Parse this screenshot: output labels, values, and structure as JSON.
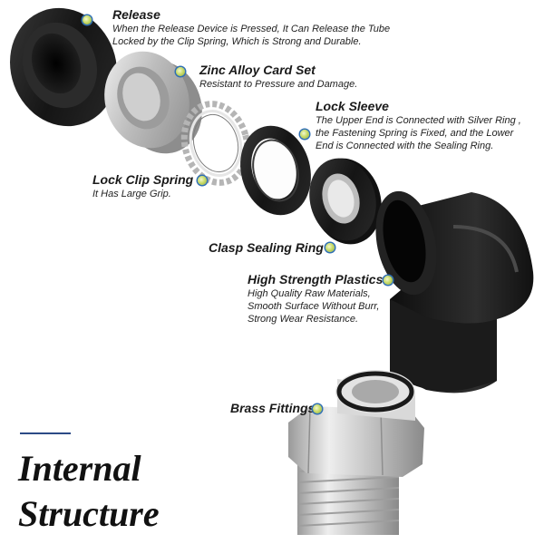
{
  "colors": {
    "accent_rule": "#2c4a86",
    "marker_fill": "#c9dc6a",
    "marker_ring": "#2f6fb3",
    "black_part": "#1c1c1c",
    "silver_part": "#c9c9c9"
  },
  "callouts": {
    "release": {
      "title": "Release",
      "desc": [
        "When the Release Device is Pressed, It Can Release the Tube",
        "Locked by the Clip Spring, Which is Strong and Durable."
      ]
    },
    "zinc_alloy": {
      "title": "Zinc Alloy Card Set",
      "desc": [
        "Resistant to Pressure and Damage."
      ]
    },
    "lock_sleeve": {
      "title": "Lock Sleeve",
      "desc": [
        "The Upper End is Connected with Silver Ring ,",
        "the Fastening Spring is Fixed, and the Lower",
        "End is Connected with the Sealing Ring."
      ]
    },
    "lock_clip": {
      "title": "Lock Clip Spring",
      "desc": [
        "It Has Large Grip."
      ]
    },
    "clasp_ring": {
      "title": "Clasp Sealing Ring",
      "desc": []
    },
    "plastics": {
      "title": "High Strength Plastics",
      "desc": [
        "High Quality Raw Materials,",
        "Smooth Surface Without Burr,",
        "Strong Wear Resistance."
      ]
    },
    "brass": {
      "title": "Brass Fittings",
      "desc": []
    }
  },
  "heading": {
    "line1": "Internal",
    "line2": "Structure"
  }
}
